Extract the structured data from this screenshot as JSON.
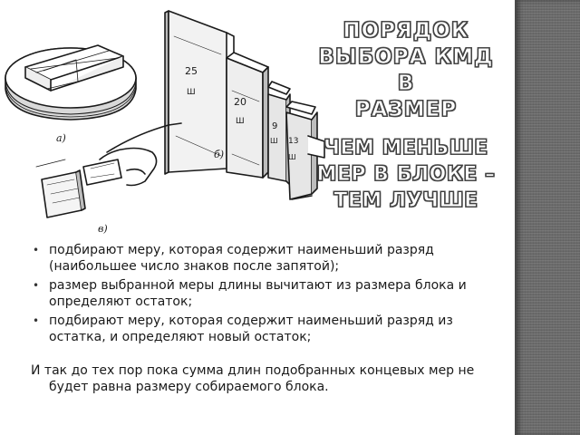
{
  "slide": {
    "title_lines": [
      "ПОРЯДОК",
      "ВЫБОРА КМД В",
      "РАЗМЕР"
    ],
    "subtitle_lines": [
      "ЧЕМ МЕНЬШЕ",
      "МЕР В БЛОКЕ –",
      "ТЕМ ЛУЧШЕ"
    ],
    "figure_labels": {
      "a": "а)",
      "b": "б)",
      "v": "в)",
      "block_25": "25",
      "block_20": "20",
      "block_9": "9",
      "block_13": "13",
      "mark": "Ш"
    },
    "bullets": [
      "подбирают меру, которая содержит наименьший разряд (наибольшее число знаков после запятой);",
      "размер выбранной меры длины вычитают из размера блока и определяют остаток;",
      "подбирают меру, которая содержит наименьший разряд из остатка, и определяют новый остаток;"
    ],
    "bullet_marker": "•",
    "closing_text": "И так до тех пор пока сумма длин подобранных концевых мер не будет равна размеру собираемого блока."
  },
  "colors": {
    "background": "#ffffff",
    "side_bar": "#6d6d6d",
    "title_fill": "#ffffff",
    "title_outline": "#3c3c3c",
    "text": "#1a1a1a"
  }
}
